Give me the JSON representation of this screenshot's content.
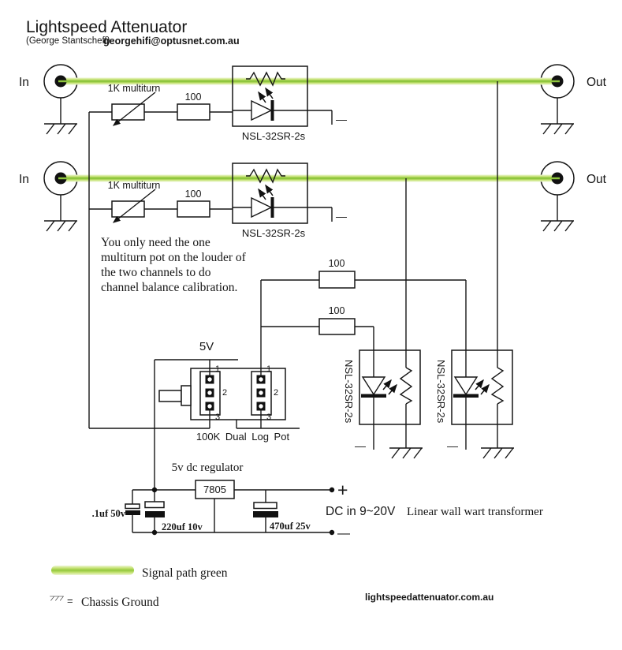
{
  "header": {
    "title": "Lightspeed Attenuator",
    "author": "(George Stantscheff)",
    "email": "georgehifi@optusnet.com.au"
  },
  "labels": {
    "in": "In",
    "out": "Out",
    "pot": "1K multiturn",
    "r100": "100",
    "opto": "NSL-32SR-2s",
    "minus": "—",
    "plus": "+",
    "supply_5v": "5V",
    "dual_pot": "100K Dual Log Pot",
    "t1": "1",
    "t2": "2",
    "t3": "3",
    "regulator_heading": "5v dc regulator",
    "regulator": "7805",
    "c1": ".1uf 50v",
    "c2": "220uf 10v",
    "c3": "470uf 25v",
    "dc_in": "DC in 9~20V",
    "dc_note": "Linear wall wart transformer"
  },
  "note": {
    "line1": "You only need the one",
    "line2": "multiturn pot on the louder of",
    "line3": "the two channels to do",
    "line4": "channel balance calibration."
  },
  "legend": {
    "signal": "Signal path green",
    "equals": "=",
    "chassis": "Chassis Ground",
    "site": "lightspeedattenuator.com.au"
  },
  "colors": {
    "signal_core": "#8fc63e",
    "signal_glow": "#e9f4cd",
    "wire": "#161616"
  }
}
